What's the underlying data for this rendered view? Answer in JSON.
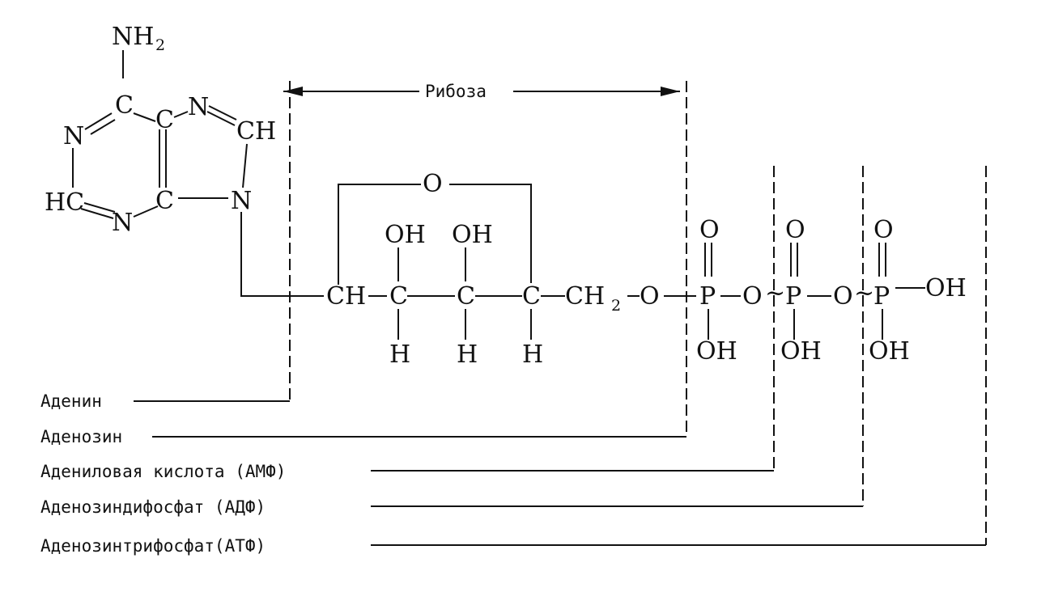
{
  "adenine": {
    "amino": "NH",
    "amino_sub": "2",
    "c6": "C",
    "c5": "C",
    "n1": "N",
    "n7": "N",
    "c8": "CH",
    "hc2": "HC",
    "c4": "C",
    "n9": "N",
    "n3": "N"
  },
  "ribose": {
    "label": "Рибоза",
    "ring_o": "O",
    "oh1": "OH",
    "oh2": "OH",
    "ch": "CH",
    "c2": "C",
    "c3": "C",
    "c4": "C",
    "h1": "H",
    "h2": "H",
    "h3": "H",
    "ch2": "CH",
    "ch2_sub": "2",
    "o5": "O"
  },
  "phosphates": {
    "p1": "P",
    "p2": "P",
    "p3": "P",
    "o_top1": "O",
    "o_top2": "O",
    "o_top3": "O",
    "bridge1": "O",
    "bridge2": "O",
    "tilde1": "~",
    "tilde2": "~",
    "oh_bottom1": "OH",
    "oh_bottom2": "OH",
    "oh_bottom3": "OH",
    "oh_end": "OH"
  },
  "labels": {
    "adenine": "Аденин",
    "adenosine": "Аденозин",
    "amp": "Адениловая кислота (АМФ)",
    "adp": "Аденозиндифосфат (АДФ)",
    "atp": "Аденозинтрифосфат(АТФ)"
  }
}
